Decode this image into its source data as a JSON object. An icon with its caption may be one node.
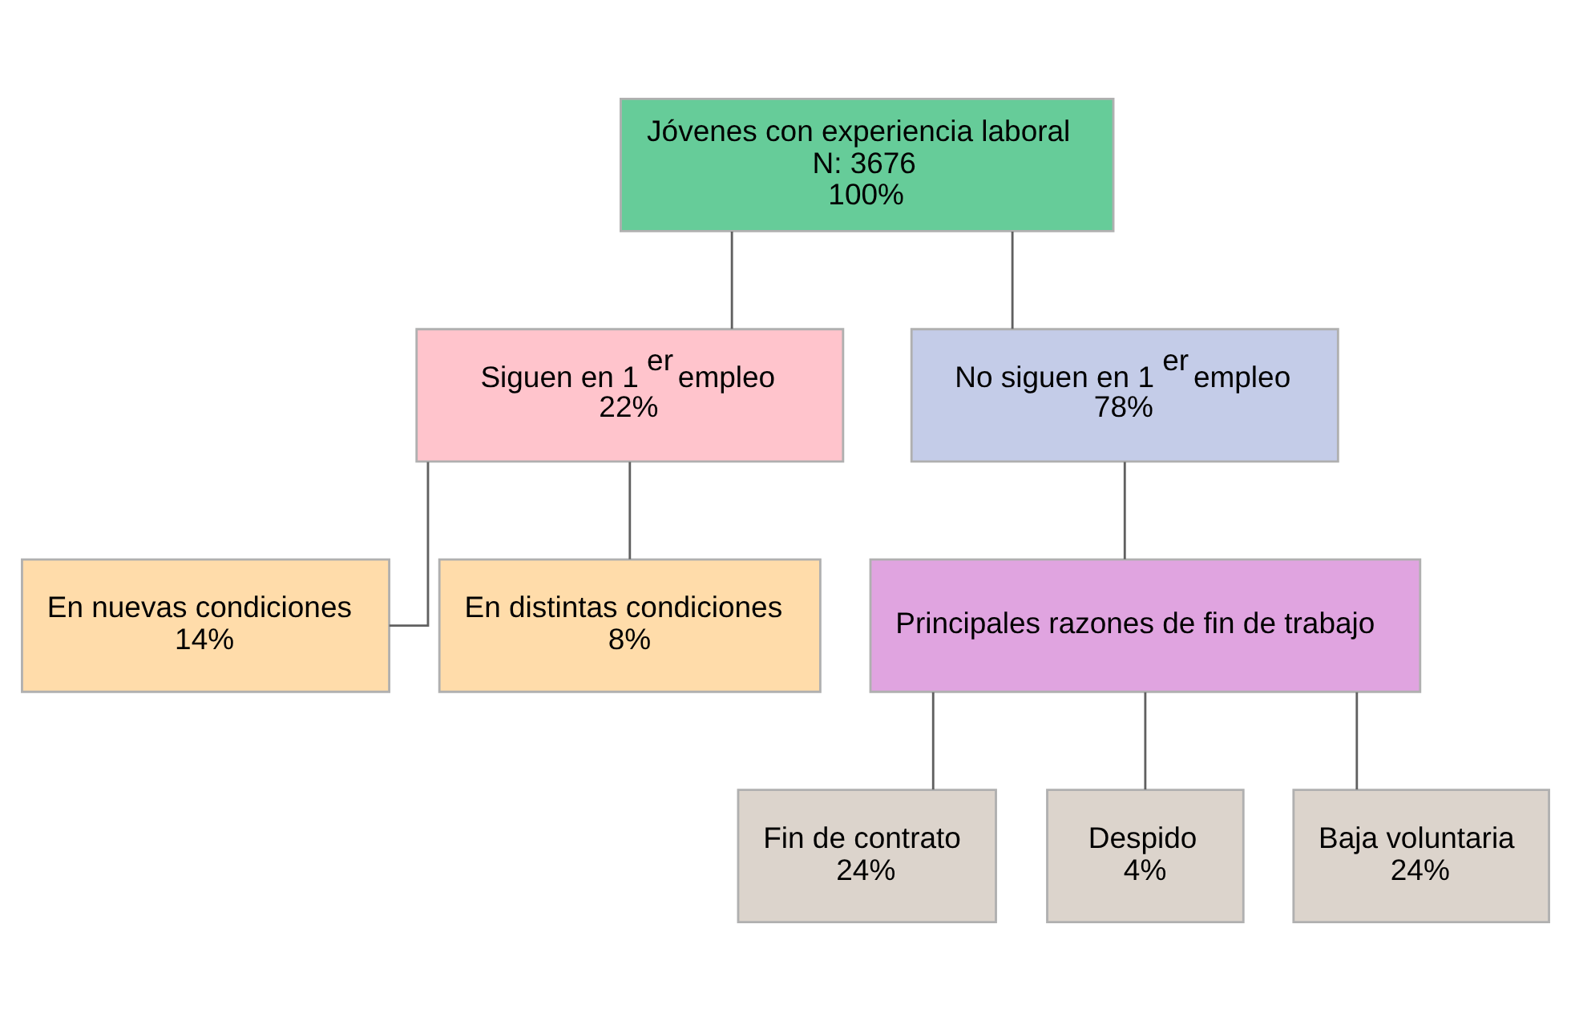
{
  "diagram": {
    "nodes": [
      {
        "text": [
          "Jóvenes con experiencia laboral",
          "N: 3676",
          "100%"
        ]
      },
      {
        "text": [
          "Siguen en 1$^{er}$ empleo",
          "22%"
        ]
      },
      {
        "text": [
          "No siguen en 1$^{er}$ empleo",
          "78%"
        ]
      },
      {
        "text": [
          "En nuevas condiciones",
          "14%"
        ]
      },
      {
        "text": [
          "En distintas condiciones",
          "8%"
        ]
      },
      {
        "text": [
          "Principales razones de fin de trabajo"
        ]
      },
      {
        "text": [
          "Fin de contrato",
          "24%"
        ]
      },
      {
        "text": [
          "Despido",
          "4%"
        ]
      },
      {
        "text": [
          "Baja voluntaria",
          "24%"
        ]
      }
    ],
    "edges": [
      {
        "from": 0,
        "to": 1,
        "arrow": "none"
      },
      {
        "from": 0,
        "to": 2,
        "arrow": "none"
      },
      {
        "from": 1,
        "to": 3,
        "arrow": "none"
      },
      {
        "from": 1,
        "to": 4,
        "arrow": "none"
      },
      {
        "from": 2,
        "to": 5,
        "arrow": "none"
      },
      {
        "from": 5,
        "to": 6,
        "arrow": "none"
      },
      {
        "from": 5,
        "to": 7,
        "arrow": "none"
      },
      {
        "from": 5,
        "to": 8,
        "arrow": "none"
      }
    ]
  }
}
